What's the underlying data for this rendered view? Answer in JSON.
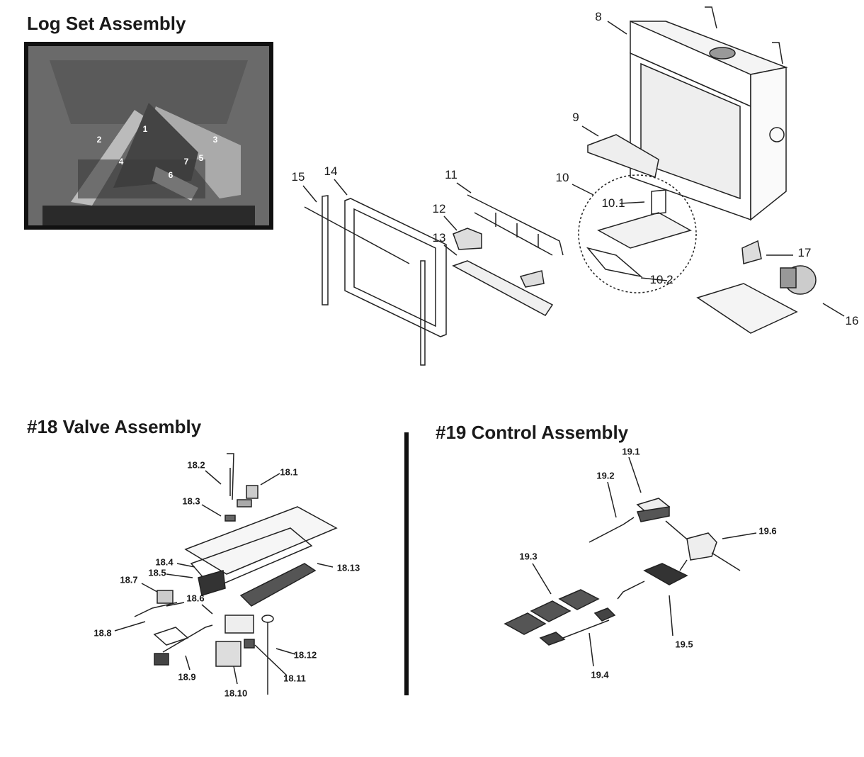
{
  "log_set": {
    "title": "Log Set Assembly",
    "photo_labels": [
      "1",
      "2",
      "3",
      "4",
      "5",
      "6",
      "7"
    ]
  },
  "main_parts": {
    "labels": [
      "8",
      "9",
      "10",
      "10.1",
      "10.2",
      "11",
      "12",
      "13",
      "14",
      "15",
      "16",
      "17"
    ]
  },
  "valve_assembly": {
    "title": "#18 Valve Assembly",
    "labels": [
      "18.1",
      "18.2",
      "18.3",
      "18.4",
      "18.5",
      "18.6",
      "18.7",
      "18.8",
      "18.9",
      "18.10",
      "18.11",
      "18.12",
      "18.13"
    ]
  },
  "control_assembly": {
    "title": "#19 Control Assembly",
    "labels": [
      "19.1",
      "19.2",
      "19.3",
      "19.4",
      "19.5",
      "19.6"
    ]
  }
}
